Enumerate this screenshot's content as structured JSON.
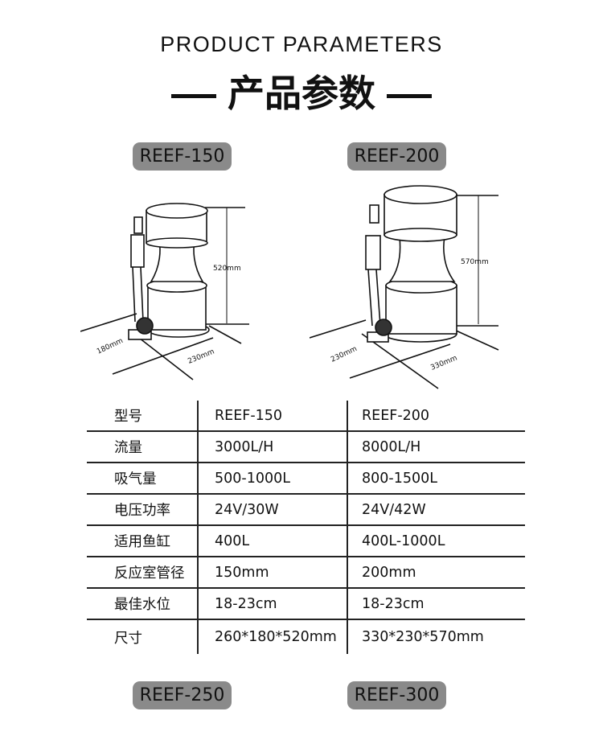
{
  "header": {
    "title_en": "PRODUCT PARAMETERS",
    "title_cn": "产品参数"
  },
  "models": {
    "top": [
      "REEF-150",
      "REEF-200"
    ],
    "bottom": [
      "REEF-250",
      "REEF-300"
    ]
  },
  "diagrams": [
    {
      "height": "520mm",
      "depth": "180mm",
      "width": "230mm"
    },
    {
      "height": "570mm",
      "depth": "230mm",
      "width": "330mm"
    }
  ],
  "table": {
    "rows": [
      [
        "型号",
        "REEF-150",
        "REEF-200"
      ],
      [
        "流量",
        "3000L/H",
        "8000L/H"
      ],
      [
        "吸气量",
        "500-1000L",
        "800-1500L"
      ],
      [
        "电压功率",
        "24V/30W",
        "24V/42W"
      ],
      [
        "适用鱼缸",
        "400L",
        "400L-1000L"
      ],
      [
        "反应室管径",
        "150mm",
        "200mm"
      ],
      [
        "最佳水位",
        "18-23cm",
        "18-23cm"
      ],
      [
        "尺寸",
        "260*180*520mm",
        "330*230*570mm"
      ]
    ]
  }
}
